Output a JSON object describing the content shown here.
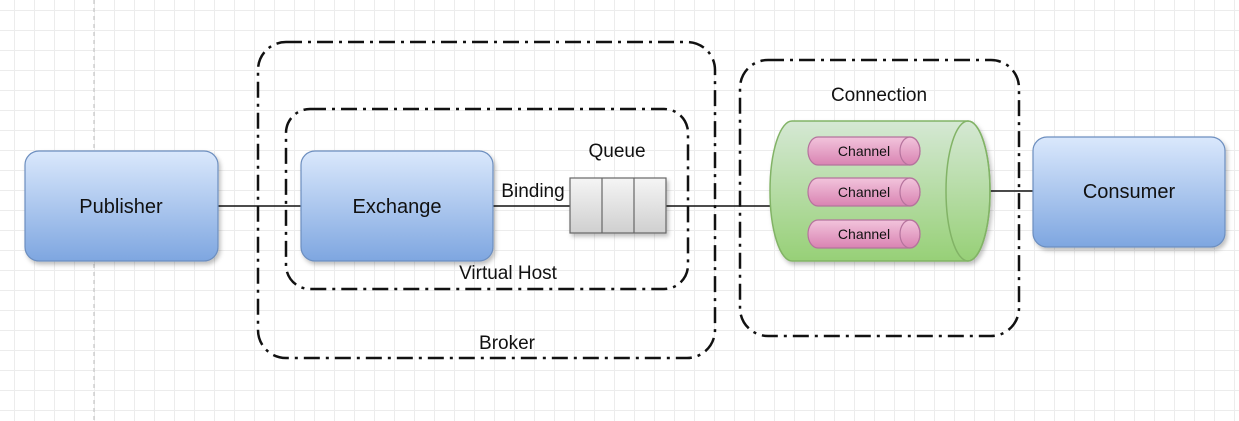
{
  "nodes": {
    "publisher": {
      "label": "Publisher"
    },
    "exchange": {
      "label": "Exchange"
    },
    "consumer": {
      "label": "Consumer"
    }
  },
  "groups": {
    "broker": {
      "label": "Broker"
    },
    "virtual_host": {
      "label": "Virtual Host"
    },
    "connection": {
      "label": "Connection"
    }
  },
  "queue": {
    "label": "Queue",
    "slots": 3
  },
  "binding": {
    "label": "Binding"
  },
  "channels": [
    {
      "label": "Channel"
    },
    {
      "label": "Channel"
    },
    {
      "label": "Channel"
    }
  ],
  "colors": {
    "node_fill_top": "#d9e6f7",
    "node_fill_bottom": "#7ea6e0",
    "node_stroke": "#6c8ebf",
    "connection_fill_top": "#d5e8d4",
    "connection_fill_bottom": "#97d077",
    "connection_stroke": "#82b366",
    "channel_fill": "#e6a0c4",
    "channel_stroke": "#b5739d",
    "queue_fill": "#e6e6e6",
    "queue_stroke": "#666666"
  }
}
